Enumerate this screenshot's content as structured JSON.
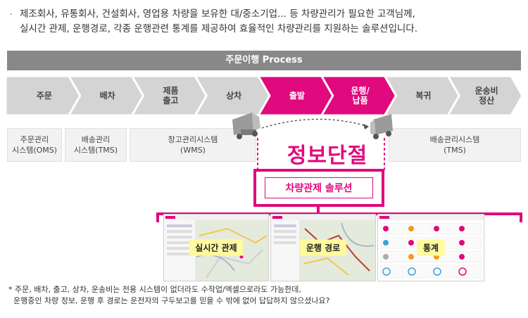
{
  "intro": {
    "bullet": "·",
    "lines": [
      "제조회사, 유통회사, 건설회사, 영업용 차량을 보유한 대/중소기업... 등 차량관리가 필요한 고객님께,",
      "실시간 관제, 운행경로, 각종 운행관련 통계를 제공하여 효율적인 차량관리를 지원하는 솔루션입니다."
    ]
  },
  "process": {
    "title": "주문이행 Process",
    "steps": [
      {
        "label": "주문",
        "highlight": false
      },
      {
        "label": "배차",
        "highlight": false
      },
      {
        "label": "제품\n출고",
        "highlight": false
      },
      {
        "label": "상차",
        "highlight": false
      },
      {
        "label": "출발",
        "highlight": true
      },
      {
        "label": "운행/\n납품",
        "highlight": true
      },
      {
        "label": "복귀",
        "highlight": false
      },
      {
        "label": "운송비\n정산",
        "highlight": false
      }
    ]
  },
  "systems": {
    "oms": "주문관리\n시스템(OMS)",
    "tms1": "배송관리\n시스템(TMS)",
    "wms": "창고관리시스템\n(WMS)",
    "tms2": "배송관리시스템\n(TMS)"
  },
  "gap_label": "정보단절",
  "solution_label": "차량관제 솔루션",
  "screenshots": {
    "realtime": "실시간 관제",
    "route": "운행 경로",
    "stats": "통계"
  },
  "note": {
    "lines": [
      "* 주문, 배차, 출고, 상차, 운송비는 전용 시스템이 없더라도 수작업/엑셀으로라도 가능한데,",
      "  운행중인 차량 정보, 운행 후 경로는 운전자의 구두보고를 믿을 수 밖에 없어 답답하지 않으셨나요?"
    ]
  },
  "colors": {
    "accent": "#e0097d",
    "arrow_gray": "#d4d4d4",
    "header_gray": "#888888",
    "highlight_label": "#fff9a0"
  }
}
